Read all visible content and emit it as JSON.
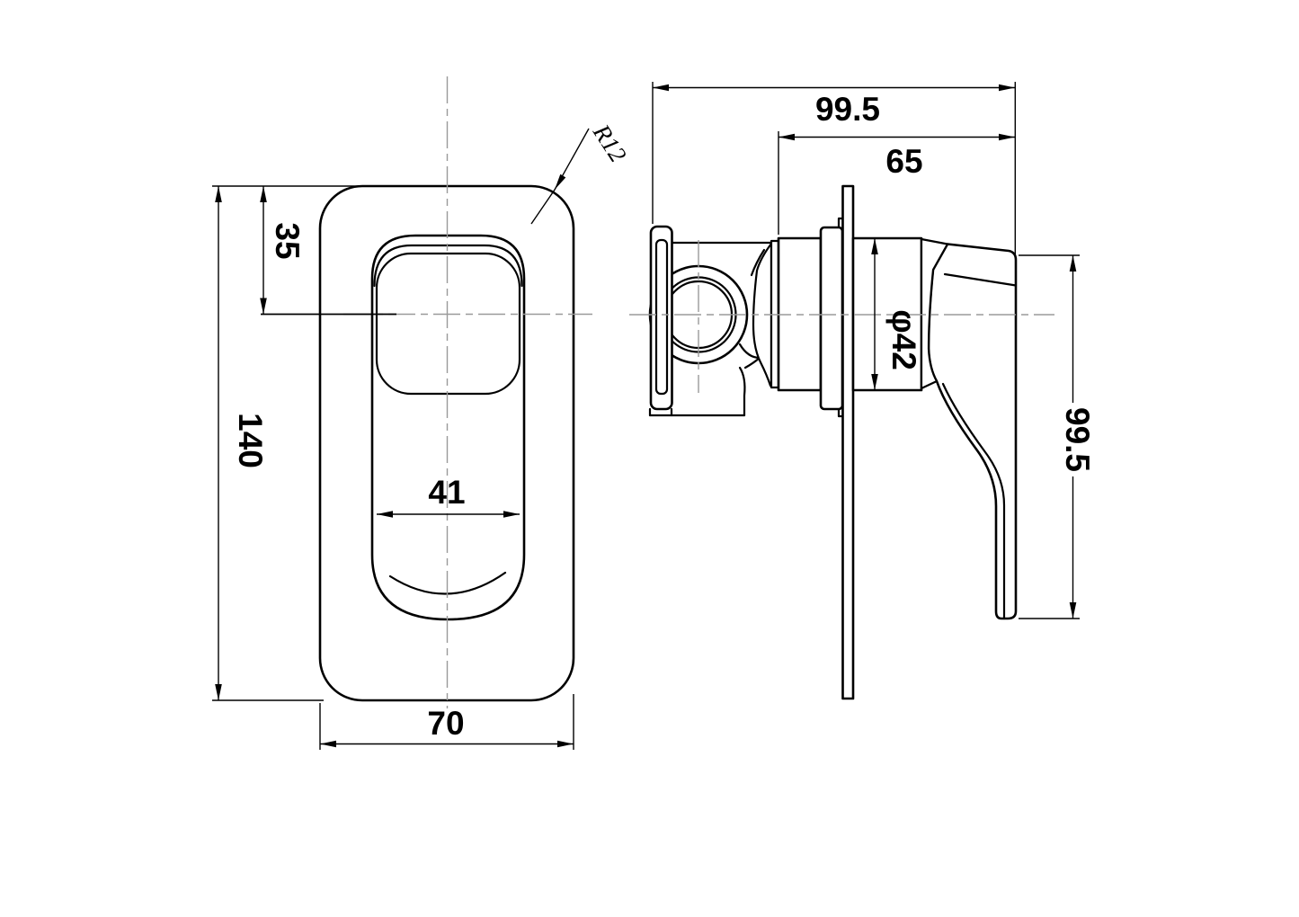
{
  "drawing": {
    "type": "technical-dimension-drawing",
    "subject": "wall-mounted shower mixer valve with square cover plate and lever handle",
    "background_color": "#ffffff",
    "line_color": "#000000",
    "centerline_color": "#9a9a9a",
    "views": {
      "front": {
        "label": "front-view-of-cover-plate-and-handle",
        "dims": {
          "plate_height": "140",
          "handle_center_offset_from_top": "35",
          "handle_width": "41",
          "plate_width": "70",
          "corner_radius": "R12"
        }
      },
      "side": {
        "label": "side-view-of-valve-body-and-handle",
        "dims": {
          "total_depth": "99.5",
          "handle_projection": "65",
          "trim_diameter": "φ42",
          "handle_length": "99.5"
        }
      }
    }
  }
}
